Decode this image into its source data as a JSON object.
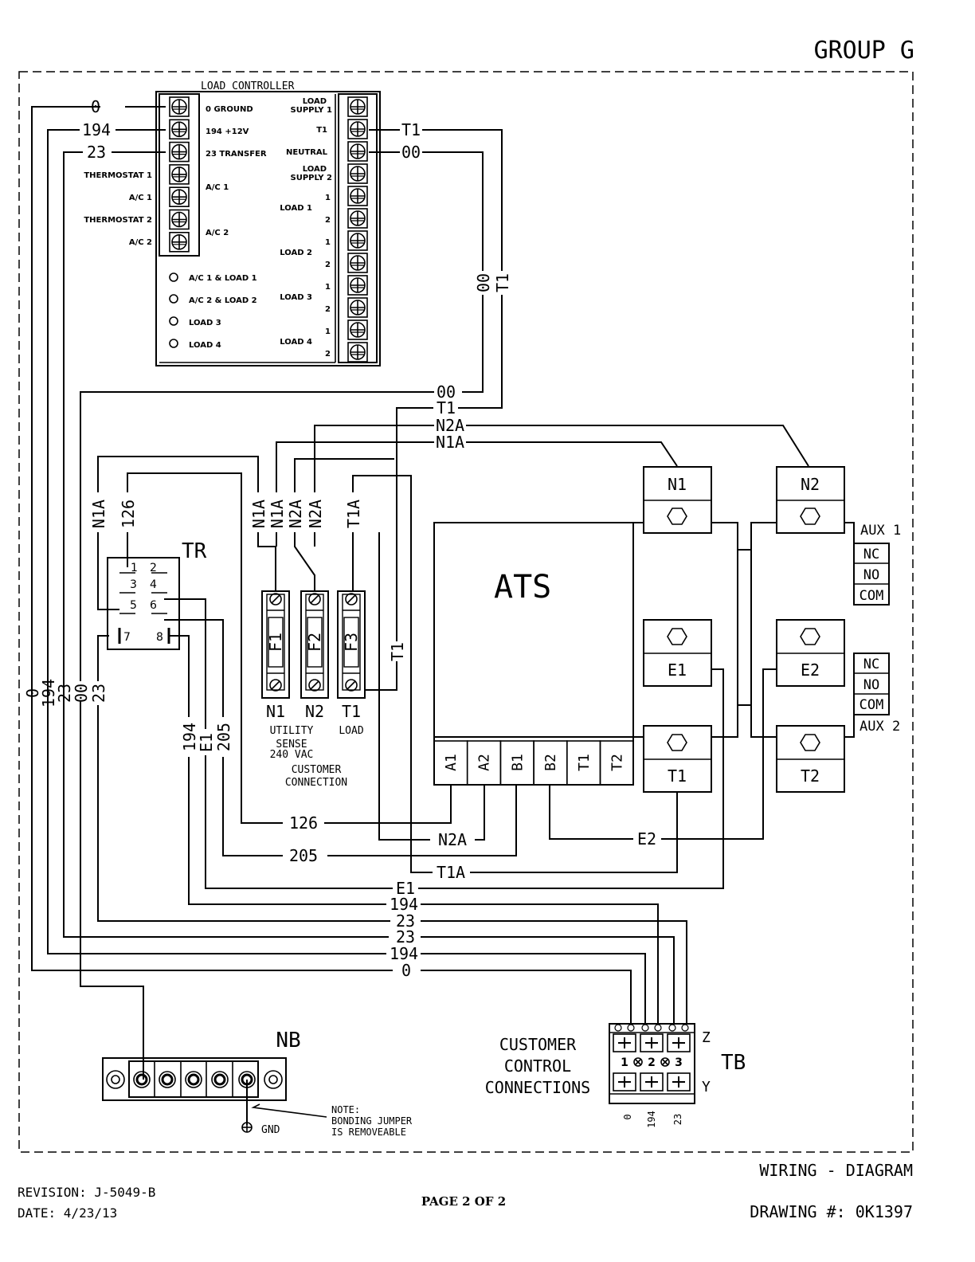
{
  "header": {
    "group": "GROUP G"
  },
  "load_controller": {
    "title": "LOAD CONTROLLER",
    "left_terminals": [
      "0 GROUND",
      "194 +12V",
      "23 TRANSFER",
      "A/C 1",
      "A/C 2"
    ],
    "left_outer_labels": [
      "THERMOSTAT 1",
      "A/C 1",
      "THERMOSTAT 2",
      "A/C 2"
    ],
    "right_labels": {
      "load_supply": "LOAD",
      "supply1": "SUPPLY 1",
      "t1": "T1",
      "neutral": "NEUTRAL",
      "supply2": "SUPPLY 2",
      "n1": "1",
      "n2": "2",
      "load1": "LOAD 1",
      "load2": "LOAD 2",
      "load3": "LOAD 3",
      "load4": "LOAD 4"
    },
    "leds": [
      "A/C 1 & LOAD 1",
      "A/C 2 & LOAD 2",
      "LOAD 3",
      "LOAD 4"
    ]
  },
  "wires": {
    "w0": "0",
    "w194": "194",
    "w23": "23",
    "w00": "00",
    "wT1": "T1",
    "wN1A": "N1A",
    "wN2A": "N2A",
    "wT1A": "T1A",
    "w126": "126",
    "w205": "205",
    "wE1": "E1",
    "wE2": "E2"
  },
  "relay": {
    "label": "TR",
    "pins": [
      "1",
      "2",
      "3",
      "4",
      "5",
      "6",
      "7",
      "8"
    ]
  },
  "fuses": {
    "names": [
      "F1",
      "F2",
      "F3"
    ],
    "terms": [
      "N1",
      "N2",
      "T1"
    ],
    "utility": "UTILITY",
    "sense": "SENSE",
    "volts": "240 VAC",
    "load": "LOAD",
    "customer": "CUSTOMER",
    "connection": "CONNECTION"
  },
  "ats": {
    "label": "ATS",
    "terminals": [
      "A1",
      "A2",
      "B1",
      "B2",
      "T1",
      "T2"
    ],
    "contacts": [
      "N1",
      "N2",
      "E1",
      "E2",
      "T1",
      "T2"
    ]
  },
  "aux": {
    "aux1": "AUX 1",
    "aux2": "AUX 2",
    "nc": "NC",
    "no": "NO",
    "com": "COM"
  },
  "nb": {
    "label": "NB",
    "gnd": "GND",
    "note1": "NOTE:",
    "note2": "BONDING JUMPER",
    "note3": "IS REMOVEABLE"
  },
  "tb": {
    "label": "TB",
    "z": "Z",
    "y": "Y",
    "nums": [
      "1",
      "2",
      "3"
    ],
    "bottom": [
      "0",
      "194",
      "23"
    ],
    "caption": [
      "CUSTOMER",
      "CONTROL",
      "CONNECTIONS"
    ]
  },
  "footer": {
    "title": "WIRING - DIAGRAM",
    "revision": "REVISION: J-5049-B",
    "date": "DATE: 4/23/13",
    "page": "PAGE 2 OF 2",
    "drawing": "DRAWING #: 0K1397"
  }
}
